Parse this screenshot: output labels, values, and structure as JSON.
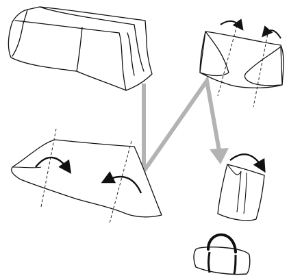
{
  "colors": {
    "background": "#ffffff",
    "outline": "#111111",
    "arrow_path": "#b3b3b3",
    "fold_line": "#222222"
  },
  "steps": [
    {
      "name": "step-1-cover-spread-out"
    },
    {
      "name": "step-2-fold-both-sides-inward"
    },
    {
      "name": "step-3-fold-ends-inward"
    },
    {
      "name": "step-4-fold-in-half"
    },
    {
      "name": "step-5-put-in-bag"
    }
  ]
}
